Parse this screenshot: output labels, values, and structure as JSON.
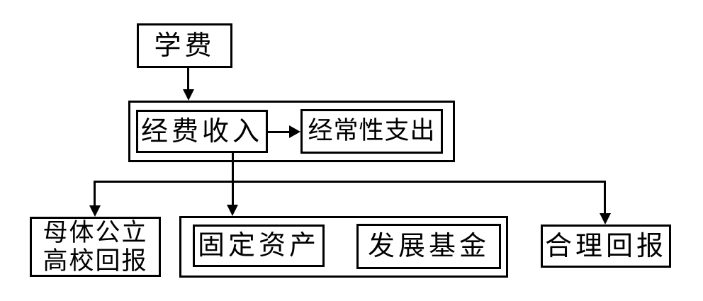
{
  "diagram": {
    "type": "flowchart",
    "colors": {
      "line": "#000000",
      "background": "#ffffff"
    },
    "nodes": {
      "tuition": {
        "label": "学费"
      },
      "funding_income": {
        "label": "经费收入"
      },
      "recurrent_expenditure": {
        "label": "经常性支出"
      },
      "parent_university_return": {
        "label_line1": "母体公立",
        "label_line2": "高校回报"
      },
      "fixed_assets": {
        "label": "固定资产"
      },
      "development_fund": {
        "label": "发展基金"
      },
      "reasonable_return": {
        "label": "合理回报"
      }
    },
    "edges": [
      {
        "from": "tuition",
        "to": "income_container",
        "style": "arrow-down"
      },
      {
        "from": "funding_income",
        "to": "recurrent_expenditure",
        "style": "arrow-right"
      },
      {
        "from": "funding_income",
        "to": "parent_university_return",
        "style": "arrow-down"
      },
      {
        "from": "funding_income",
        "to": "assets_container",
        "style": "arrow-down"
      },
      {
        "from": "funding_income",
        "to": "reasonable_return",
        "style": "arrow-down"
      }
    ]
  }
}
